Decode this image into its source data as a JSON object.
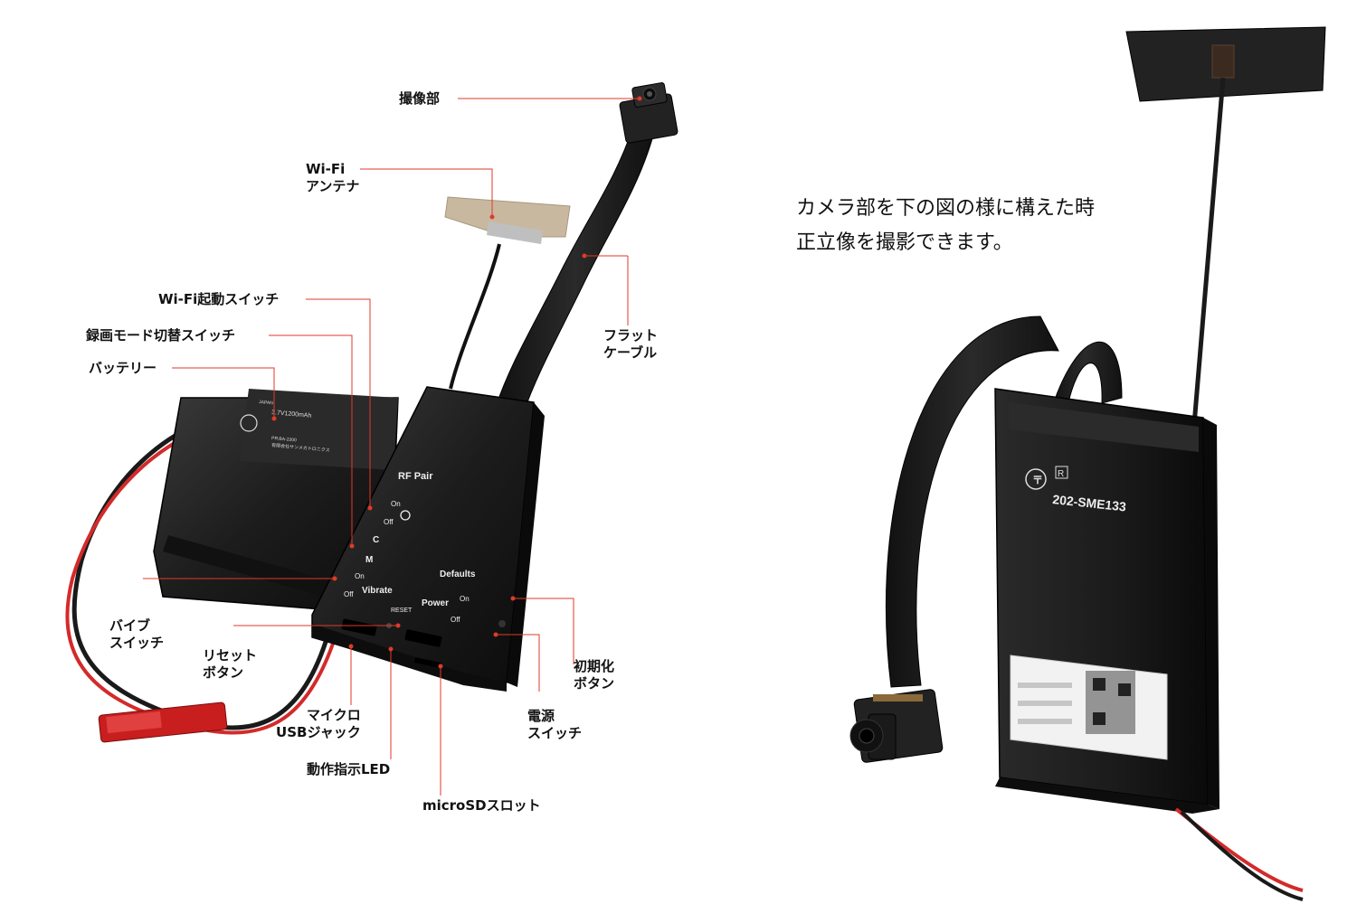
{
  "labels": {
    "camera_unit": "撮像部",
    "wifi_antenna": [
      "Wi-Fi",
      "アンテナ"
    ],
    "wifi_switch": "Wi-Fi起動スイッチ",
    "record_mode_switch": "録画モード切替スイッチ",
    "battery": "バッテリー",
    "flat_cable": [
      "フラット",
      "ケーブル"
    ],
    "vibrate_switch": [
      "バイブ",
      "スイッチ"
    ],
    "reset_button": [
      "リセット",
      "ボタン"
    ],
    "micro_usb": [
      "マイクロ",
      "USBジャック"
    ],
    "activity_led": "動作指示LED",
    "microsd_slot": "microSDスロット",
    "power_switch": [
      "電源",
      "スイッチ"
    ],
    "init_button": [
      "初期化",
      "ボタン"
    ]
  },
  "caption": [
    "カメラ部を下の図の様に構えた時",
    "正立像を撮影できます。"
  ],
  "device_markings": {
    "rf_pair": "RF Pair",
    "on": "On",
    "off": "Off",
    "c": "C",
    "m": "M",
    "defaults": "Defaults",
    "vibrate": "Vibrate",
    "power": "Power",
    "reset": "RESET",
    "battery_spec": "3.7V1200mAh",
    "battery_maker": "有限会社サンメカトロニクス",
    "battery_model": "PR:BA-2200",
    "battery_origin": "JAPAN",
    "cert_number": "202-SME133",
    "cert_r": "R"
  },
  "colors": {
    "leader_line": "#e03a2a",
    "device_body": "#1e1e1e",
    "wire_red": "#d42a2a"
  }
}
